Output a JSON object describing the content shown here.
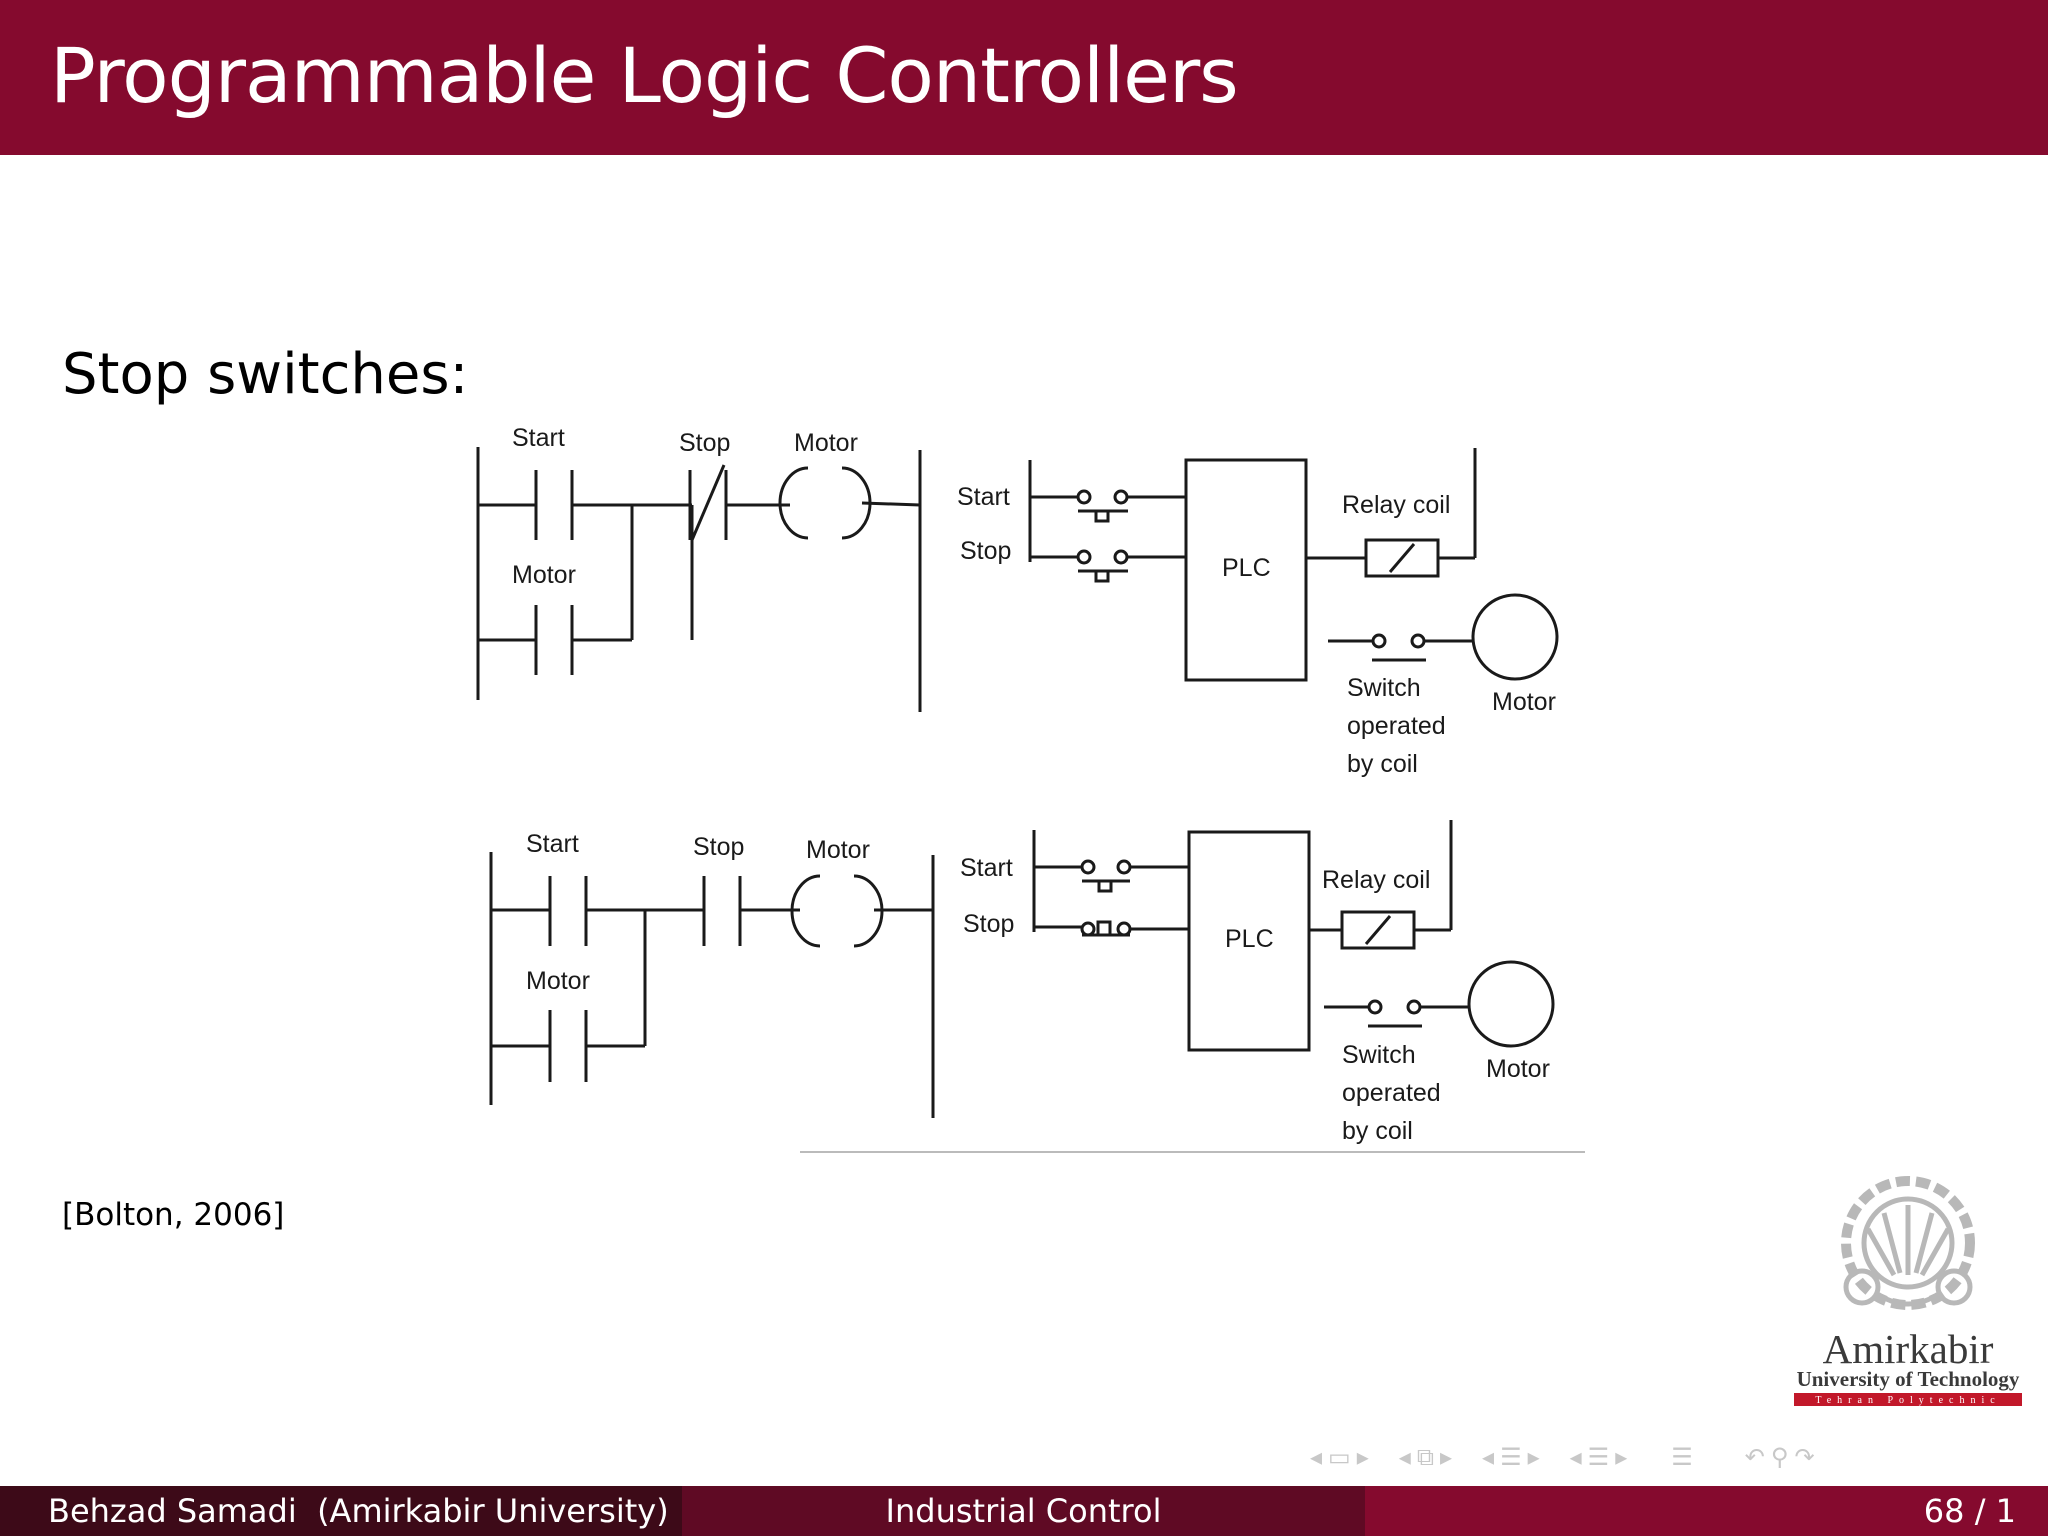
{
  "slide": {
    "title": "Programmable Logic Controllers",
    "subtitle": "Stop switches:",
    "citation": "[Bolton, 2006]"
  },
  "diagram_top": {
    "ladder": {
      "start": "Start",
      "stop": "Stop",
      "motor_coil": "Motor",
      "motor_contact": "Motor"
    },
    "plc": {
      "start": "Start",
      "stop": "Stop",
      "plc": "PLC",
      "relay_coil": "Relay coil",
      "switch_l1": "Switch",
      "switch_l2": "operated",
      "switch_l3": "by coil",
      "motor": "Motor"
    }
  },
  "diagram_bottom": {
    "ladder": {
      "start": "Start",
      "stop": "Stop",
      "motor_coil": "Motor",
      "motor_contact": "Motor"
    },
    "plc": {
      "start": "Start",
      "stop": "Stop",
      "plc": "PLC",
      "relay_coil": "Relay coil",
      "switch_l1": "Switch",
      "switch_l2": "operated",
      "switch_l3": "by coil",
      "motor": "Motor"
    }
  },
  "logo": {
    "name": "Amirkabir",
    "sub": "University of Technology",
    "tag": "Tehran Polytechnic"
  },
  "footer": {
    "author": "Behzad Samadi  (Amirkabir University)",
    "course": "Industrial Control",
    "page": "68 / 1"
  },
  "nav_icons": [
    "prev-icon",
    "frame-icon",
    "next-icon",
    "prev-icon",
    "subsection-icon",
    "next-icon",
    "prev-icon",
    "section-icon",
    "next-icon",
    "prev-icon",
    "section-icon",
    "next-icon",
    "toc-icon",
    "back-icon",
    "search-icon",
    "forward-icon"
  ]
}
